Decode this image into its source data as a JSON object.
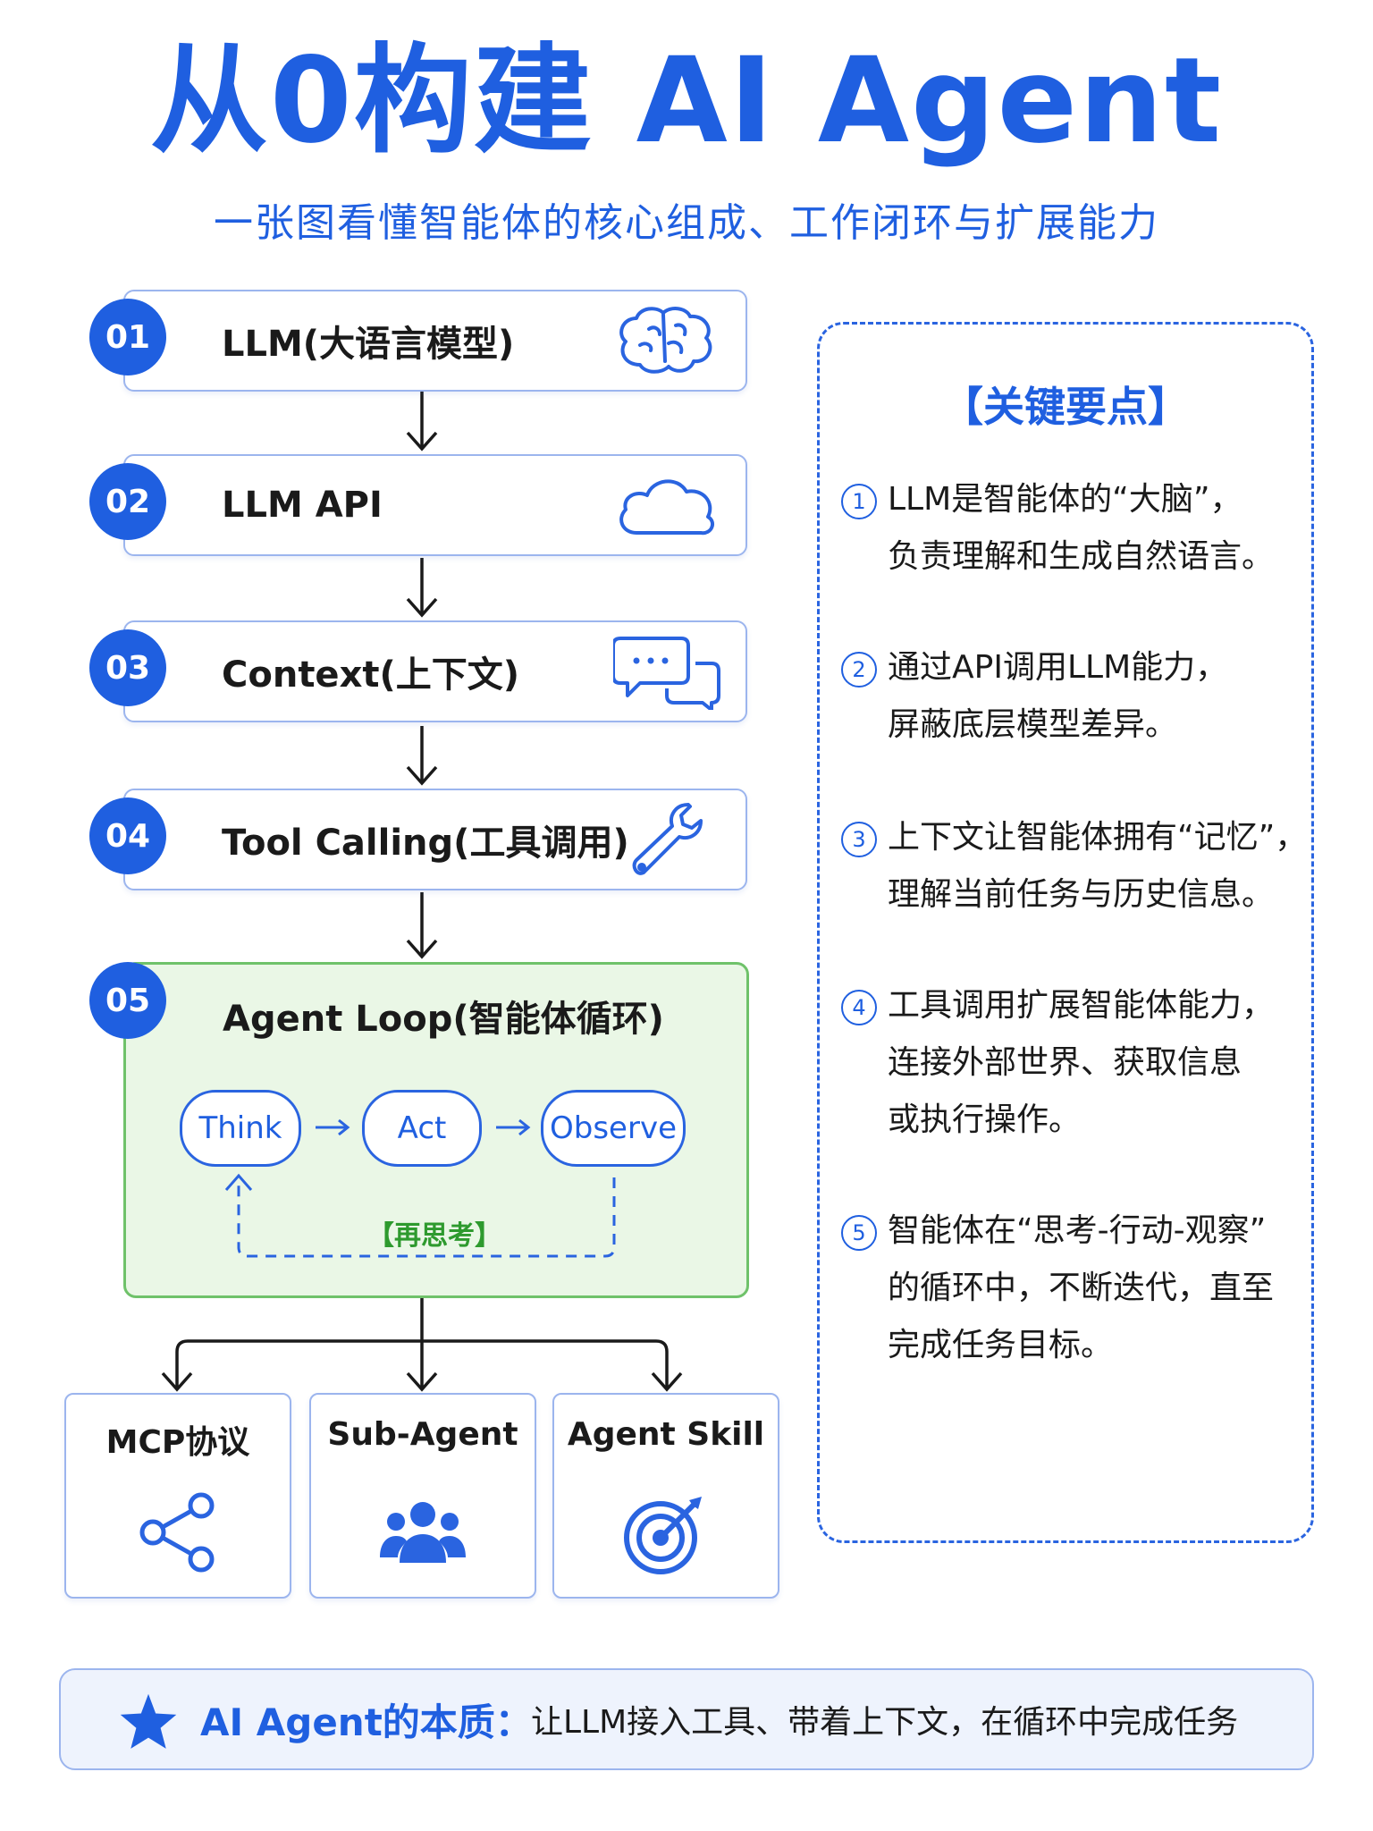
{
  "title": "从0构建 AI Agent",
  "subtitle": "一张图看懂智能体的核心组成、工作闭环与扩展能力",
  "steps": [
    {
      "num": "01",
      "label": "LLM(大语言模型)",
      "icon": "brain-icon"
    },
    {
      "num": "02",
      "label": "LLM API",
      "icon": "cloud-icon"
    },
    {
      "num": "03",
      "label": "Context(上下文)",
      "icon": "chat-bubbles-icon"
    },
    {
      "num": "04",
      "label": "Tool Calling(工具调用)",
      "icon": "wrench-icon"
    }
  ],
  "loop": {
    "num": "05",
    "title": "Agent Loop(智能体循环)",
    "think": "Think",
    "act": "Act",
    "observe": "Observe",
    "rethink": "【再思考】"
  },
  "extensions": [
    {
      "label": "MCP协议",
      "icon": "share-icon"
    },
    {
      "label": "Sub-Agent",
      "icon": "team-icon"
    },
    {
      "label": "Agent Skill",
      "icon": "target-icon"
    }
  ],
  "key_points": {
    "title": "【关键要点】",
    "items": [
      {
        "num": "1",
        "lines": [
          "LLM是智能体的“大脑”，",
          "负责理解和生成自然语言。"
        ]
      },
      {
        "num": "2",
        "lines": [
          "通过API调用LLM能力，",
          "屏蔽底层模型差异。"
        ]
      },
      {
        "num": "3",
        "lines": [
          "上下文让智能体拥有“记忆”，",
          "理解当前任务与历史信息。"
        ]
      },
      {
        "num": "4",
        "lines": [
          "工具调用扩展智能体能力，",
          "连接外部世界、获取信息",
          "或执行操作。"
        ]
      },
      {
        "num": "5",
        "lines": [
          "智能体在“思考-行动-观察”",
          "的循环中，不断迭代，直至",
          "完成任务目标。"
        ]
      }
    ]
  },
  "essence": {
    "key": "AI Agent的本质：",
    "value": "让LLM接入工具、带着上下文，在循环中完成任务"
  },
  "colors": {
    "primary": "#1f5fe0",
    "green": "#6fc26a",
    "green_bg": "#eaf7e6",
    "border": "#9cb5ee"
  }
}
